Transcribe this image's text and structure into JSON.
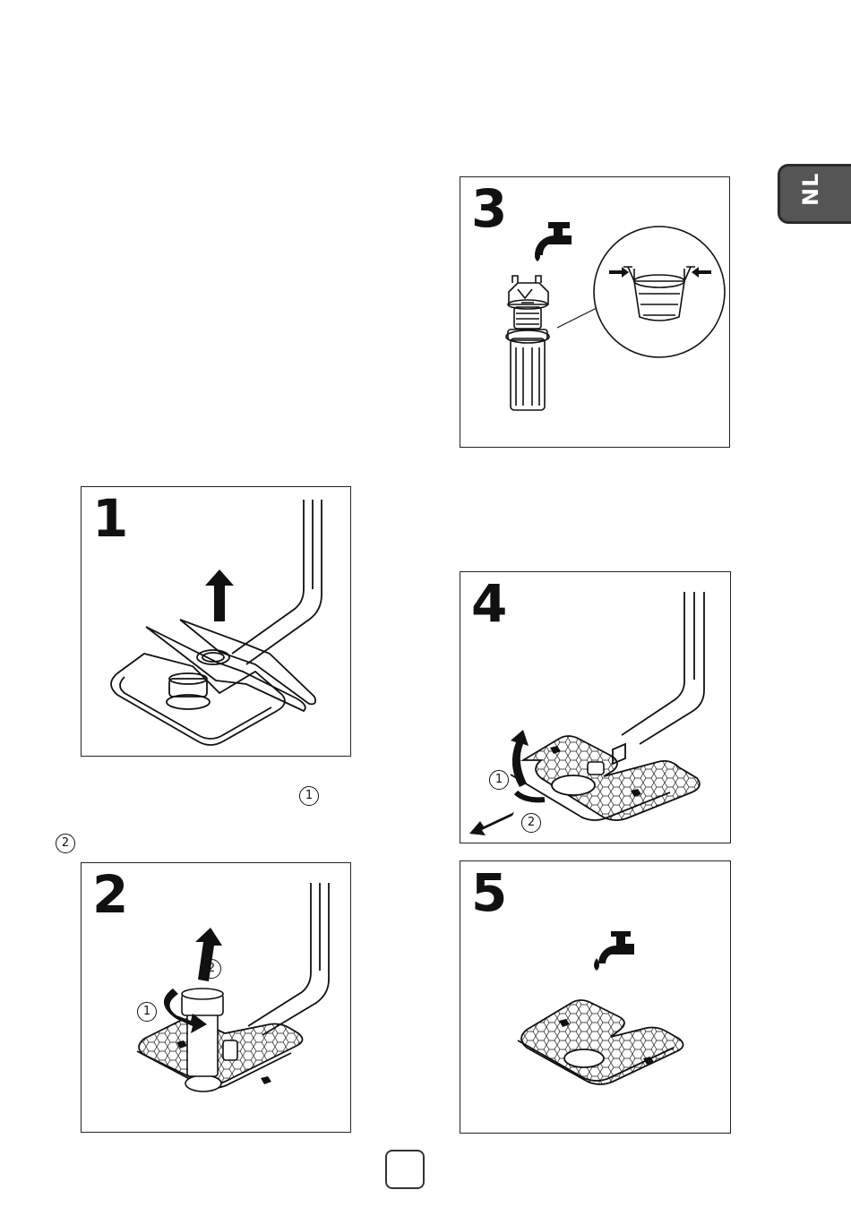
{
  "language_tab": "NL",
  "panels": [
    {
      "step": "3"
    },
    {
      "step": "1"
    },
    {
      "step": "4",
      "callouts": [
        "1",
        "2"
      ]
    },
    {
      "step": "2",
      "callouts": [
        "1",
        "2"
      ]
    },
    {
      "step": "5"
    }
  ],
  "text_markers": {
    "marker_1": "1",
    "marker_2": "2"
  },
  "page_number": ""
}
